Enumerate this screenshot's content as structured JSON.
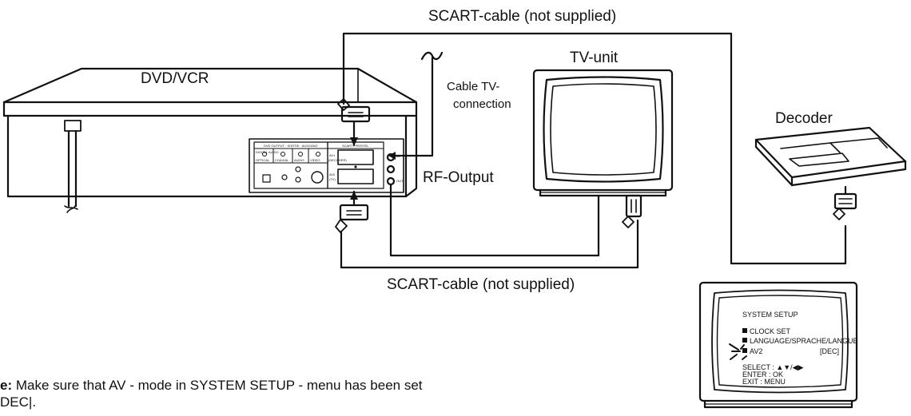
{
  "labels": {
    "scart_top": "SCART-cable (not supplied)",
    "scart_bottom": "SCART-cable (not supplied)",
    "dvd_vcr": "DVD/VCR",
    "tv_unit": "TV-unit",
    "decoder": "Decoder",
    "cable_tv_line1": "Cable TV-",
    "cable_tv_line2": "connection",
    "rf_output": "RF-Output"
  },
  "menu": {
    "title": "SYSTEM SETUP",
    "items": [
      "CLOCK SET",
      "LANGUAGE/SPRACHE/LANGUE",
      "AV2"
    ],
    "av2_value": "[DEC]",
    "select": "SELECT : ▲▼/◀▶",
    "enter": "ENTER  : OK",
    "exit": "EXIT     : MENU"
  },
  "note": {
    "prefix": "e:",
    "text": " Make sure that AV - mode in SYSTEM SETUP - menu has been set",
    "line2": "DEC"
  },
  "panel": {
    "header": "DVD OUTPUT · SORTIE · AUSGANG",
    "scart_header": "SCART / PERITEL",
    "av1": "AV1",
    "av1_sub": "(DECODER)",
    "av2": "AV2",
    "av2_sub": "(TV)",
    "digital": "DIGITAL AUDIO",
    "optical": "OPTICAL",
    "coaxial": "COAXIAL",
    "audio": "AUDIO",
    "video": "VIDEO",
    "in": "IN",
    "out": "OUT"
  }
}
